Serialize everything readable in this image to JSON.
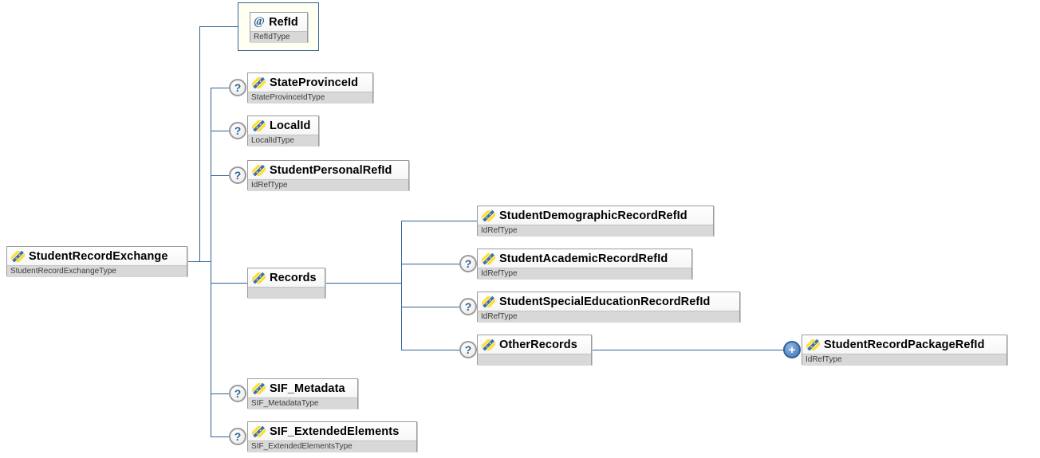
{
  "indicators": {
    "optional": "?",
    "repeatable": "+",
    "attribute_marker": "@"
  },
  "nodes": [
    {
      "name": "StudentRecordExchange",
      "type": "StudentRecordExchangeType"
    },
    {
      "name": "RefId",
      "type": "RefIdType"
    },
    {
      "name": "StateProvinceId",
      "type": "StateProvinceIdType"
    },
    {
      "name": "LocalId",
      "type": "LocalIdType"
    },
    {
      "name": "StudentPersonalRefId",
      "type": "IdRefType"
    },
    {
      "name": "Records",
      "type": ""
    },
    {
      "name": "StudentDemographicRecordRefId",
      "type": "IdRefType"
    },
    {
      "name": "StudentAcademicRecordRefId",
      "type": "IdRefType"
    },
    {
      "name": "StudentSpecialEducationRecordRefId",
      "type": "IdRefType"
    },
    {
      "name": "OtherRecords",
      "type": ""
    },
    {
      "name": "StudentRecordPackageRefId",
      "type": "IdRefType"
    },
    {
      "name": "SIF_Metadata",
      "type": "SIF_MetadataType"
    },
    {
      "name": "SIF_ExtendedElements",
      "type": "SIF_ExtendedElementsType"
    }
  ]
}
